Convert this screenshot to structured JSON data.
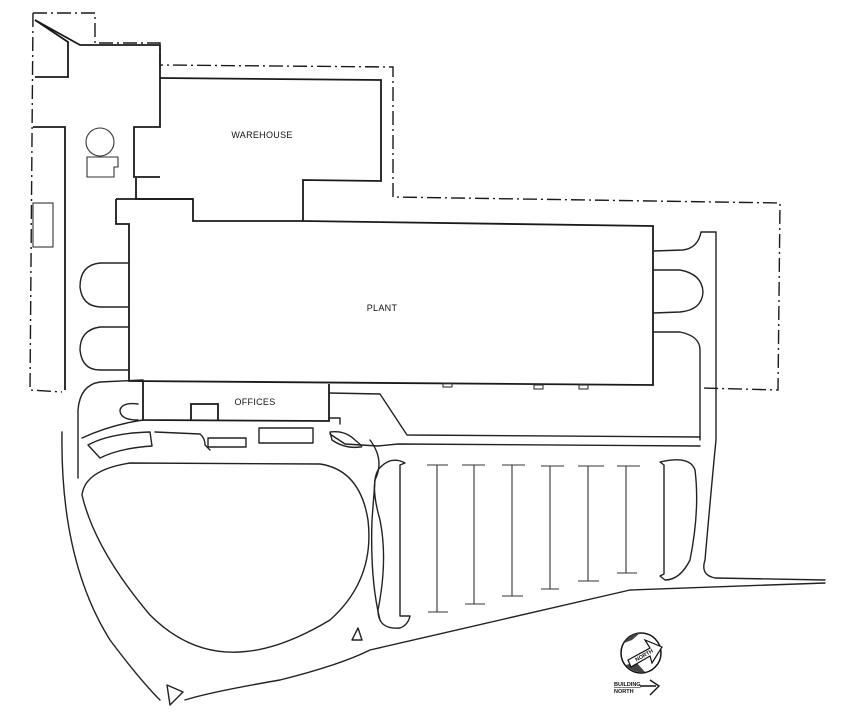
{
  "diagram": {
    "type": "site-plan",
    "background": "#ffffff",
    "line_color": "#1a1a1a",
    "labels": {
      "warehouse": "WAREHOUSE",
      "plant": "PLANT",
      "offices": "OFFICES"
    },
    "north_arrow": {
      "label": "NORTH",
      "icon": "compass-north-icon"
    },
    "building_north": {
      "line1": "BUILDING",
      "line2": "NORTH",
      "icon": "arrow-right-icon"
    },
    "parking": {
      "stall_dividers": 7
    },
    "legend_lines": {
      "property_line": "dash-dot",
      "building_outline": "solid",
      "roads": "solid-curved"
    }
  }
}
